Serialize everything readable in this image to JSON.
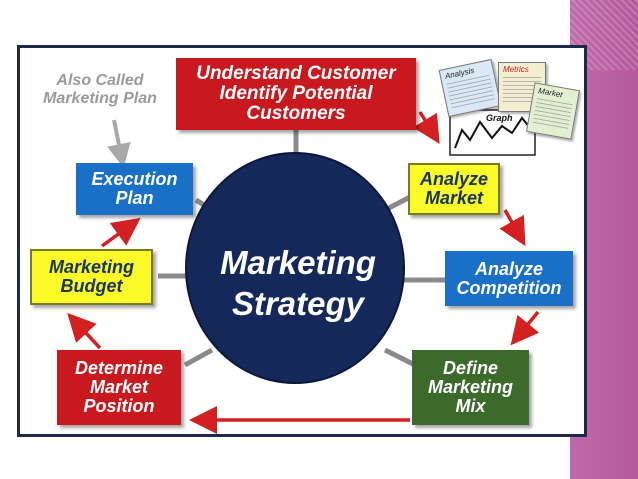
{
  "center": {
    "line1": "Marketing",
    "line2": "Strategy"
  },
  "note": {
    "line1": "Also Called",
    "line2": "Marketing Plan"
  },
  "boxes": {
    "understand": {
      "line1": "Understand Customer",
      "line2": "Identify Potential",
      "line3": "Customers"
    },
    "analyze_market": {
      "line1": "Analyze",
      "line2": "Market"
    },
    "analyze_competition": {
      "line1": "Analyze",
      "line2": "Competition"
    },
    "define_mix": {
      "line1": "Define",
      "line2": "Marketing",
      "line3": "Mix"
    },
    "determine_position": {
      "line1": "Determine",
      "line2": "Market",
      "line3": "Position"
    },
    "budget": {
      "line1": "Marketing",
      "line2": "Budget"
    },
    "execution": {
      "line1": "Execution",
      "line2": "Plan"
    }
  },
  "illustration": {
    "analysis": "Analysis",
    "metrics": "Metrics",
    "market": "Market",
    "graph": "Graph"
  },
  "colors": {
    "red": "#c8191f",
    "blue": "#1a6fc7",
    "yellow": "#fbfb2a",
    "green": "#3b6a2a",
    "ellipse": "#14285a",
    "arrow": "#d42020",
    "stripe": "#b45a9c"
  }
}
